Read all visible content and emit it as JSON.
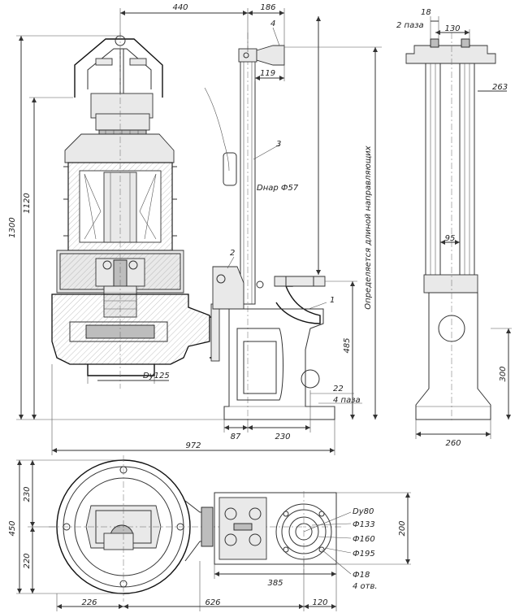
{
  "dimensions": {
    "d440": "440",
    "d186": "186",
    "d119": "119",
    "d18": "18",
    "slots2": "2 паза",
    "d130": "130",
    "d263": "263",
    "d1300": "1300",
    "d1120": "1120",
    "dnar": "Dнар Ф57",
    "pipe_len": "Определяется длиной направляющих",
    "d95": "95",
    "d485": "485",
    "d300": "300",
    "dy125": "Dy125",
    "d22": "22",
    "slots4": "4 паза",
    "d87": "87",
    "d230": "230",
    "d972": "972",
    "d260": "260",
    "d230b": "230",
    "d450": "450",
    "d220": "220",
    "dy80": "Dy80",
    "f133": "Ф133",
    "f160": "Ф160",
    "f195": "Ф195",
    "d200": "200",
    "f18": "Ф18",
    "holes4": "4 отв.",
    "d385": "385",
    "d226": "226",
    "d626": "626",
    "d120": "120"
  },
  "callouts": {
    "c1": "1",
    "c2": "2",
    "c3": "3",
    "c4": "4"
  }
}
